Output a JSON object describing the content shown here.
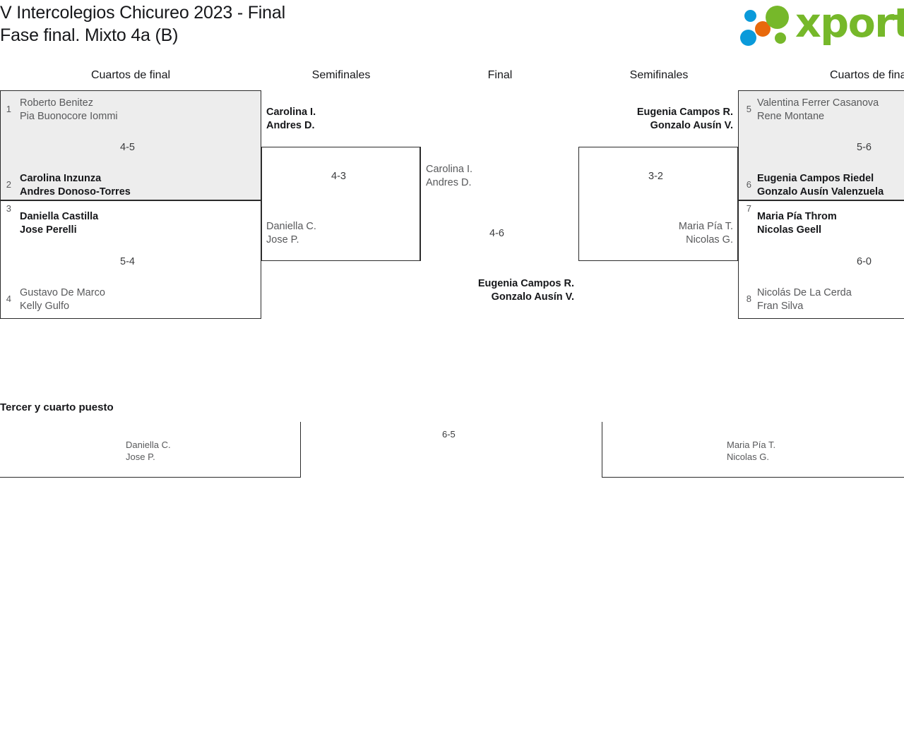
{
  "header": {
    "title_line1": "V Intercolegios Chicureo 2023 - Final",
    "title_line2": "Fase final. Mixto 4a (B)",
    "logo_text": "xporty"
  },
  "rounds": [
    {
      "label": "Cuartos de final"
    },
    {
      "label": "Semifinales"
    },
    {
      "label": "Final"
    },
    {
      "label": "Semifinales"
    },
    {
      "label": "Cuartos de final"
    }
  ],
  "left_quarterfinals": [
    {
      "score": "4-5",
      "top": {
        "seed": "1",
        "name1": "Roberto Benitez",
        "name2": "Pia Buonocore Iommi",
        "result": "lose"
      },
      "bottom": {
        "seed": "2",
        "name1": "Carolina Inzunza",
        "name2": "Andres Donoso-Torres",
        "result": "win"
      }
    },
    {
      "score": "5-4",
      "top": {
        "seed": "3",
        "name1": "Daniella Castilla",
        "name2": "Jose Perelli",
        "result": "win"
      },
      "bottom": {
        "seed": "4",
        "name1": "Gustavo De Marco",
        "name2": "Kelly Gulfo",
        "result": "lose"
      }
    }
  ],
  "left_semifinal": {
    "score": "4-3",
    "top": {
      "name1": "Carolina I.",
      "name2": "Andres D.",
      "result": "win"
    },
    "bottom": {
      "name1": "Daniella C.",
      "name2": "Jose P.",
      "result": "lose"
    }
  },
  "final": {
    "score": "4-6",
    "top": {
      "name1": "Carolina I.",
      "name2": "Andres D.",
      "result": "lose"
    },
    "bottom": {
      "name1": "Eugenia Campos R.",
      "name2": "Gonzalo Ausín V.",
      "result": "win"
    }
  },
  "right_semifinal": {
    "score": "3-2",
    "top": {
      "name1": "Eugenia Campos R.",
      "name2": "Gonzalo Ausín V.",
      "result": "win"
    },
    "bottom": {
      "name1": "Maria Pía T.",
      "name2": "Nicolas G.",
      "result": "lose"
    }
  },
  "right_quarterfinals": [
    {
      "score": "5-6",
      "top": {
        "seed": "5",
        "name1": "Valentina Ferrer Casanova",
        "name2": "Rene Montane",
        "result": "lose"
      },
      "bottom": {
        "seed": "6",
        "name1": "Eugenia Campos Riedel",
        "name2": "Gonzalo Ausín Valenzuela",
        "result": "win"
      }
    },
    {
      "score": "6-0",
      "top": {
        "seed": "7",
        "name1": "Maria Pía Throm",
        "name2": "Nicolas Geell",
        "result": "win"
      },
      "bottom": {
        "seed": "8",
        "name1": "Nicolás De La Cerda",
        "name2": "Fran Silva",
        "result": "lose"
      }
    }
  ],
  "third_place": {
    "title": "Tercer y cuarto puesto",
    "score": "6-5",
    "left": {
      "name1": "Daniella C.",
      "name2": "Jose P."
    },
    "right": {
      "name1": "Maria Pía T.",
      "name2": "Nicolas G."
    }
  },
  "colors": {
    "brand_green": "#76b82a",
    "brand_blue": "#0a9ada",
    "brand_orange": "#e8690b",
    "box_border": "#2b2b2b",
    "box_highlight_bg": "#ededed",
    "winner_text": "#16171a",
    "loser_text": "#58595b"
  }
}
